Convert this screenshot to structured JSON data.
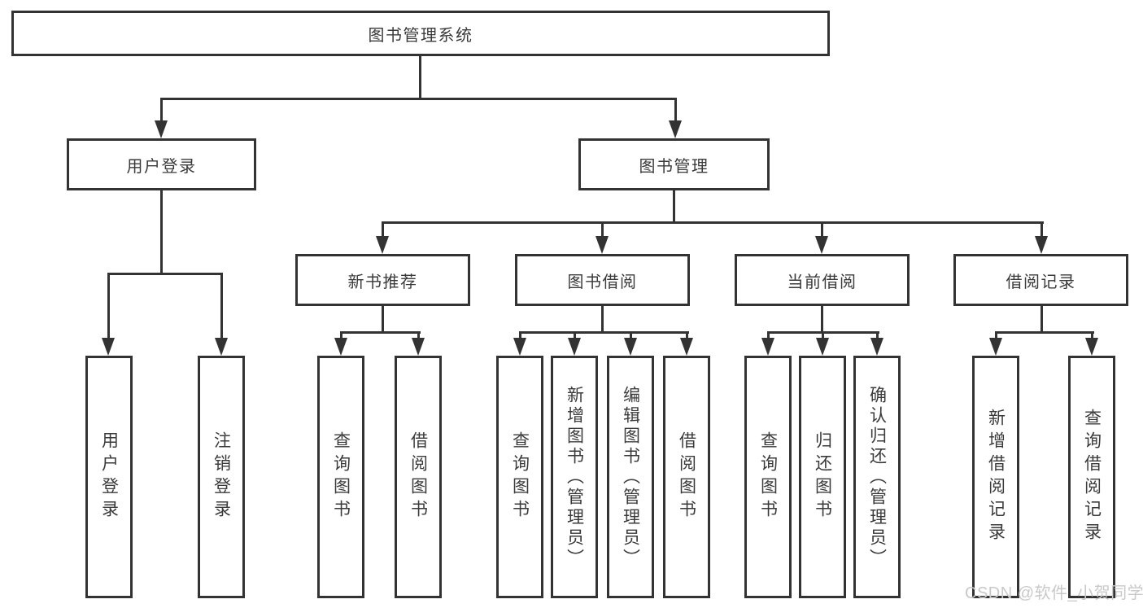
{
  "colors": {
    "line": "#333333",
    "text": "#3a3a3a",
    "background": "#ffffff",
    "watermark": "#c9c9c9"
  },
  "tree": {
    "root": "图书管理系统",
    "branches": [
      {
        "label": "用户登录",
        "leaves": [
          "用户登录",
          "注销登录"
        ]
      },
      {
        "label": "图书管理",
        "groups": [
          {
            "label": "新书推荐",
            "leaves": [
              "查询图书",
              "借阅图书"
            ]
          },
          {
            "label": "图书借阅",
            "leaves": [
              "查询图书",
              "新增图书（管理员）",
              "编辑图书（管理员）",
              "借阅图书"
            ]
          },
          {
            "label": "当前借阅",
            "leaves": [
              "查询图书",
              "归还图书",
              "确认归还（管理员）"
            ]
          },
          {
            "label": "借阅记录",
            "leaves": [
              "新增借阅记录",
              "查询借阅记录"
            ]
          }
        ]
      }
    ]
  },
  "watermark": "CSDN @软件_小贺同学"
}
